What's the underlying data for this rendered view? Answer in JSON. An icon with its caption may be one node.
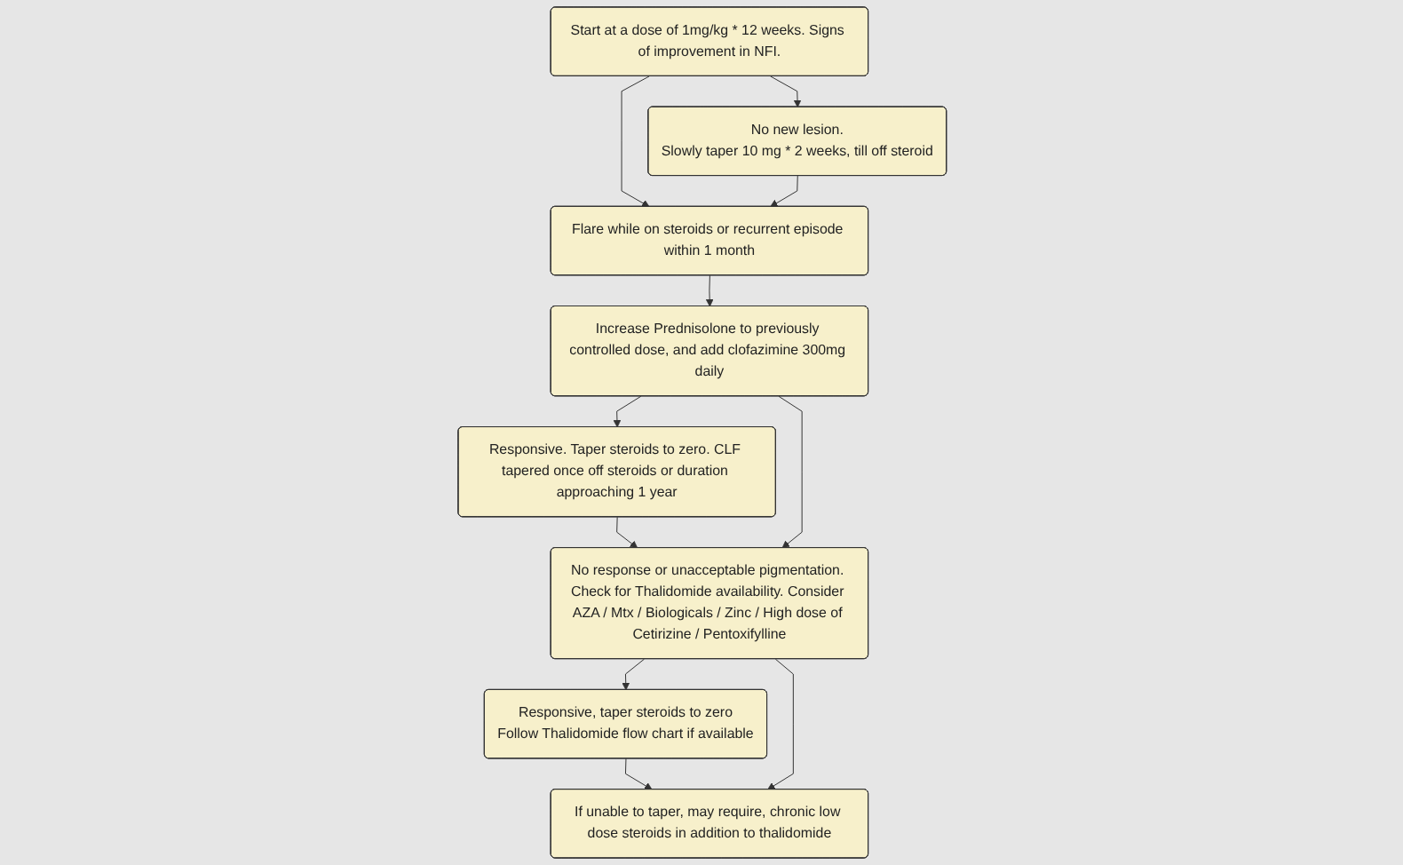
{
  "diagram": {
    "nodes": [
      {
        "text": [
          "Start at a dose of 1mg/kg * 12 weeks. Signs of improvement in NFI."
        ]
      },
      {
        "text": [
          "No new lesion.",
          "Slowly taper 10 mg * 2 weeks, till off steroid"
        ]
      },
      {
        "text": [
          "Flare while on steroids or recurrent episode within 1 month"
        ]
      },
      {
        "text": [
          "Increase Prednisolone to previously controlled dose, and add clofazimine 300mg daily"
        ]
      },
      {
        "text": [
          "Responsive. Taper steroids to zero. CLF tapered once off steroids or duration approaching 1 year"
        ]
      },
      {
        "text": [
          "No response or unacceptable pigmentation. Check for Thalidomide availability. Consider AZA / Mtx / Biologicals / Zinc / High dose of Cetirizine / Pentoxifylline"
        ]
      },
      {
        "text": [
          "Responsive, taper steroids to zero",
          "Follow Thalidomide flow chart if available"
        ]
      },
      {
        "text": [
          "If unable to taper, may require, chronic low dose steroids in addition to thalidomide"
        ]
      }
    ],
    "edges": [
      {
        "from": 0,
        "to": 1,
        "arrow": "to"
      },
      {
        "from": 0,
        "to": 2,
        "arrow": "to"
      },
      {
        "from": 1,
        "to": 2,
        "arrow": "to"
      },
      {
        "from": 2,
        "to": 3,
        "arrow": "to"
      },
      {
        "from": 3,
        "to": 4,
        "arrow": "to"
      },
      {
        "from": 4,
        "to": 5,
        "arrow": "to"
      },
      {
        "from": 3,
        "to": 5,
        "arrow": "to"
      },
      {
        "from": 5,
        "to": 6,
        "arrow": "to"
      },
      {
        "from": 6,
        "to": 7,
        "arrow": "to"
      },
      {
        "from": 5,
        "to": 7,
        "arrow": "to"
      }
    ]
  }
}
